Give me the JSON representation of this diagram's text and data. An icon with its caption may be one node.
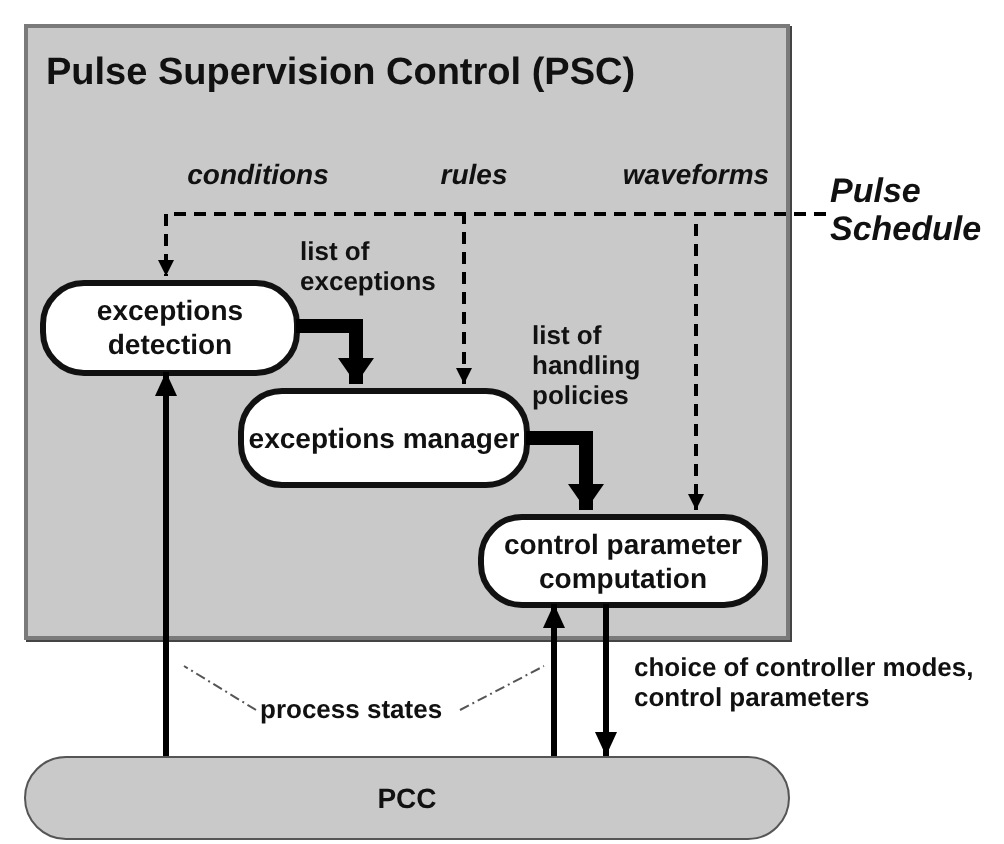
{
  "diagram": {
    "nodes": [
      {
        "text": [
          "Pulse Supervision Control (PSC)"
        ]
      },
      {
        "text": [
          "Pulse Schedule"
        ]
      },
      {
        "text": [
          "exceptions detection"
        ],
        "in": 0
      },
      {
        "text": [
          "exceptions manager"
        ],
        "in": 0
      },
      {
        "text": [
          "control parameter computation"
        ],
        "in": 0
      },
      {
        "text": [
          "PCC"
        ]
      },
      {
        "text": [
          "process states"
        ]
      }
    ],
    "edges": [
      {
        "from": 1,
        "to": 2,
        "arrow": "to",
        "style": "dashed",
        "label": "conditions"
      },
      {
        "from": 1,
        "to": 3,
        "arrow": "to",
        "style": "dashed",
        "label": "rules"
      },
      {
        "from": 1,
        "to": 4,
        "arrow": "to",
        "style": "dashed",
        "label": "waveforms"
      },
      {
        "from": 2,
        "to": 3,
        "arrow": "to",
        "style": "thick",
        "label": "list of exceptions"
      },
      {
        "from": 3,
        "to": 4,
        "arrow": "to",
        "style": "thick",
        "label": "list of handling policies"
      },
      {
        "from": 5,
        "to": 2,
        "arrow": "to"
      },
      {
        "from": 5,
        "to": 4,
        "arrow": "to"
      },
      {
        "from": 4,
        "to": 5,
        "arrow": "to",
        "label": "choice of controller modes, control parameters"
      },
      {
        "from": 6,
        "to": null,
        "arrow": "none",
        "style": "dashed"
      },
      {
        "from": 6,
        "to": null,
        "arrow": "none",
        "style": "dashed"
      }
    ]
  }
}
